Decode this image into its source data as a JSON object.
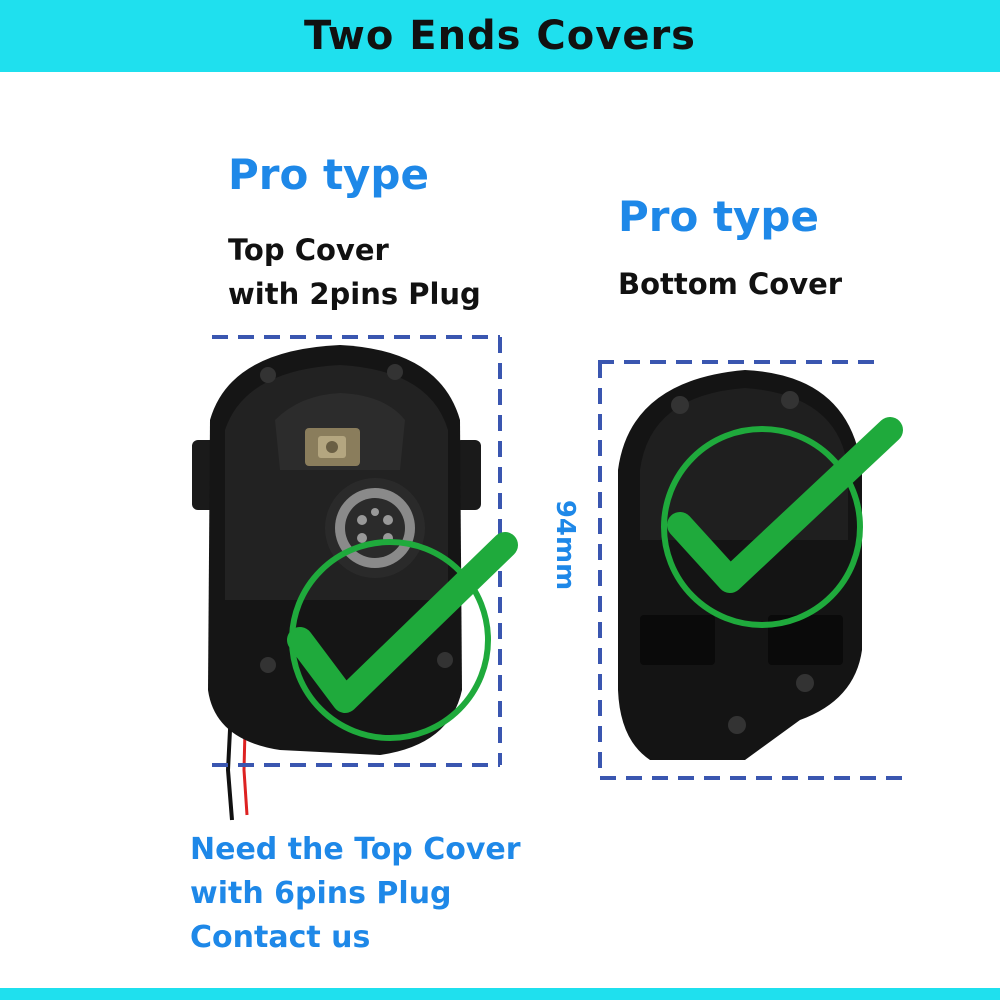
{
  "banner": {
    "title": "Two Ends Covers"
  },
  "left": {
    "heading": "Pro type",
    "caption_line1": "Top Cover",
    "caption_line2": "with 2pins Plug",
    "dimension": "94mm"
  },
  "right": {
    "heading": "Pro type",
    "caption": "Bottom Cover"
  },
  "note": {
    "line1": "Need the Top Cover",
    "line2": "with 6pins Plug",
    "line3": "Contact us"
  },
  "colors": {
    "banner": "#1fe0ee",
    "heading": "#1e88e8",
    "dash": "#3a56b0",
    "check": "#1faa3c"
  }
}
